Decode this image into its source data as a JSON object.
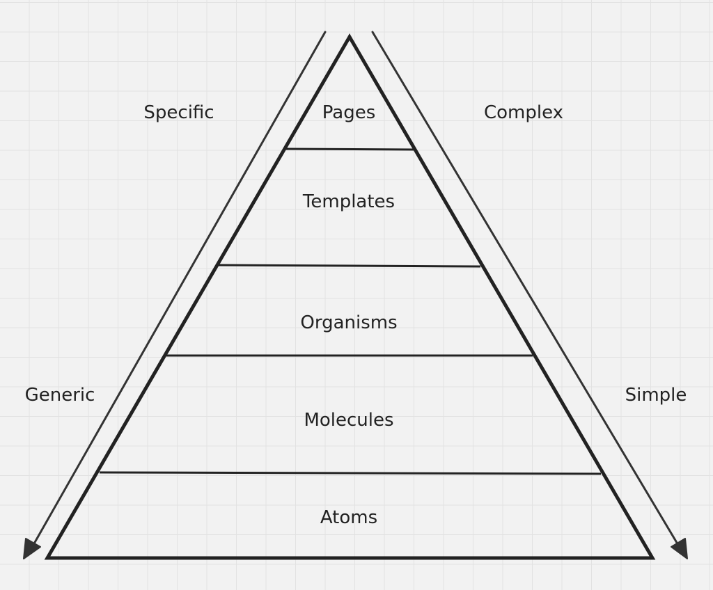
{
  "pyramid": {
    "levels": [
      "Pages",
      "Templates",
      "Organisms",
      "Molecules",
      "Atoms"
    ]
  },
  "left_arrow": {
    "top_label": "Specific",
    "bottom_label": "Generic"
  },
  "right_arrow": {
    "top_label": "Complex",
    "bottom_label": "Simple"
  },
  "colors": {
    "background": "#f2f2f2",
    "grid": "#e2e2e2",
    "stroke": "#222222"
  }
}
